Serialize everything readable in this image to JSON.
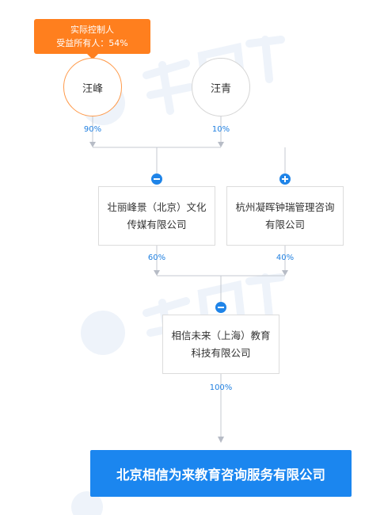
{
  "colors": {
    "accent": "#1b86ef",
    "controller_badge": "#ff7f1e",
    "primary_circle_border": "#ff9a4a",
    "connector": "#c4c8d0",
    "percent_text": "#1f7fe0"
  },
  "controller_badge": {
    "line1": "实际控制人",
    "line2": "受益所有人：54%"
  },
  "shareholders": [
    {
      "name": "汪峰",
      "percent": "90%"
    },
    {
      "name": "汪青",
      "percent": "10%"
    }
  ],
  "intermediates": [
    {
      "name": "壮丽峰景（北京）文化传媒有限公司",
      "percent": "60%",
      "toggle_icon": "minus-icon"
    },
    {
      "name": "杭州凝晖钟瑞管理咨询有限公司",
      "percent": "40%",
      "toggle_icon": "plus-icon"
    }
  ],
  "parent_company": {
    "name": "相信未来（上海）教育科技有限公司",
    "percent": "100%",
    "toggle_icon": "minus-icon"
  },
  "target_company": {
    "name": "北京相信为来教育咨询服务有限公司"
  }
}
